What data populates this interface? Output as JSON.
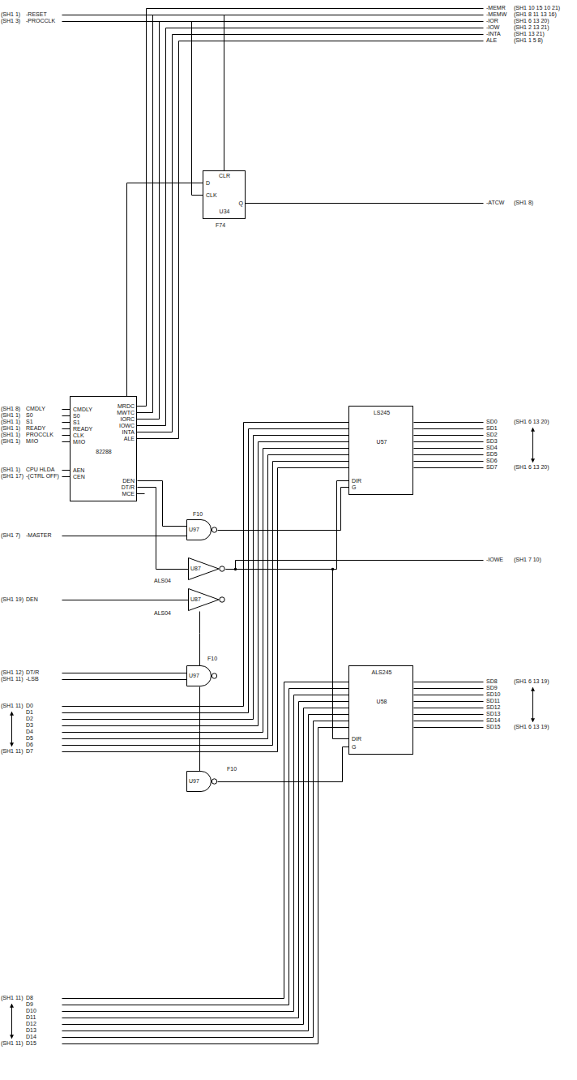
{
  "diagram": {
    "nodes": [
      {
        "text": [
          "82288",
          "CMDLY",
          "S0",
          "S1",
          "READY",
          "CLK",
          "M/IO",
          "AEN",
          "CEN",
          "MRDC",
          "MWTC",
          "IORC",
          "IOWC",
          "INTA",
          "ALE",
          "DEN",
          "DT/R",
          "MCE"
        ]
      },
      {
        "text": [
          "U34",
          "D",
          "CLK",
          "CLR",
          "Q"
        ]
      },
      {
        "text": [
          "U97"
        ]
      },
      {
        "text": [
          "U97"
        ]
      },
      {
        "text": [
          "U87"
        ]
      },
      {
        "text": [
          "U87"
        ]
      },
      {
        "text": [
          "LS245",
          "U57",
          "DIR",
          "G"
        ]
      },
      {
        "text": [
          "ALS245",
          "U58",
          "DIR",
          "G"
        ]
      },
      {
        "text": [
          "U97"
        ]
      }
    ],
    "edges": [
      {
        "from": 0,
        "to": 1,
        "arrow": "none"
      },
      {
        "from": 0,
        "to": 2,
        "arrow": "none"
      },
      {
        "from": 2,
        "to": 6,
        "arrow": "none"
      },
      {
        "from": 0,
        "to": 4,
        "arrow": "none"
      },
      {
        "from": 4,
        "to": 6,
        "arrow": "none"
      },
      {
        "from": 4,
        "to": 7,
        "arrow": "none"
      },
      {
        "from": 8,
        "to": 7,
        "arrow": "none"
      },
      {
        "from": 3,
        "to": 8,
        "arrow": "none"
      },
      {
        "from": 5,
        "to": 3,
        "arrow": "none"
      }
    ],
    "labels": [
      "(SH1 1)",
      "-RESET",
      "(SH1 3)",
      "-PROCCLK",
      "(SH1 8)",
      "CMDLY",
      "(SH1 1)",
      "S0",
      "(SH1 1)",
      "S1",
      "(SH1 1)",
      "READY",
      "(SH1 1)",
      "PROCCLK",
      "(SH1 1)",
      "M/IO",
      "(SH1 1)",
      "CPU HLDA",
      "(SH1 17)",
      "-(CTRL OFF)",
      "(SH1 7)",
      "-MASTER",
      "(SH1 19)",
      "DEN",
      "(SH1 12)",
      "DT/R",
      "(SH1 11)",
      "-LSB",
      "(SH1 11)",
      "(SH1 11)",
      "D0",
      "D1",
      "D2",
      "D3",
      "D4",
      "D5",
      "D6",
      "D7",
      "(SH1 11)",
      "(SH1 11)",
      "D8",
      "D9",
      "D10",
      "D11",
      "D12",
      "D13",
      "D14",
      "D15",
      "-MEMR",
      "(SH1 10 15 10 21)",
      "-MEMW",
      "(SH1 8 11 13 16)",
      "-IOR",
      "(SH1 6 13 20)",
      "-IOW",
      "(SH1 2 13 21)",
      "-INTA",
      "(SH1 13 21)",
      "ALE",
      "(SH1 1 5 8)",
      "-ATCW",
      "(SH1 8)",
      "(SH1 6 13 20)",
      "(SH1 6 13 20)",
      "SD0",
      "SD1",
      "SD2",
      "SD3",
      "SD4",
      "SD5",
      "SD6",
      "SD7",
      "-IOWE",
      "(SH1 7 10)",
      "(SH1 6 13 19)",
      "(SH1 6 13 19)",
      "SD8",
      "SD9",
      "SD10",
      "SD11",
      "SD12",
      "SD13",
      "SD14",
      "SD15",
      "F74",
      "F10",
      "ALS04",
      "F10",
      "ALS04",
      "F10"
    ]
  }
}
